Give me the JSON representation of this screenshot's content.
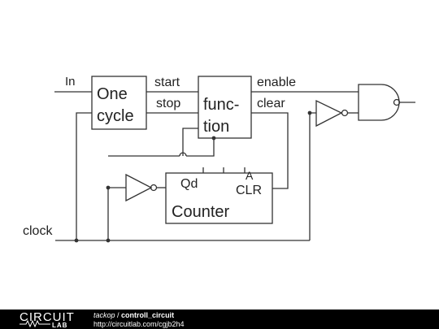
{
  "labels": {
    "in": "In",
    "start": "start",
    "stop": "stop",
    "enable": "enable",
    "clear": "clear",
    "clock": "clock",
    "qd": "Qd",
    "a": "A",
    "clr": "CLR"
  },
  "blocks": {
    "one_cycle_line1": "One",
    "one_cycle_line2": "cycle",
    "function_line1": "func-",
    "function_line2": "tion",
    "counter": "Counter"
  },
  "footer": {
    "logo_top": "CIRCUIT",
    "logo_bottom": "LAB",
    "user": "tackop",
    "separator": " / ",
    "project": "controll_circuit",
    "url": "http://circuitlab.com/cgjb2h4"
  },
  "colors": {
    "wire": "#333333",
    "text": "#222222",
    "footer_bg": "#000000"
  }
}
